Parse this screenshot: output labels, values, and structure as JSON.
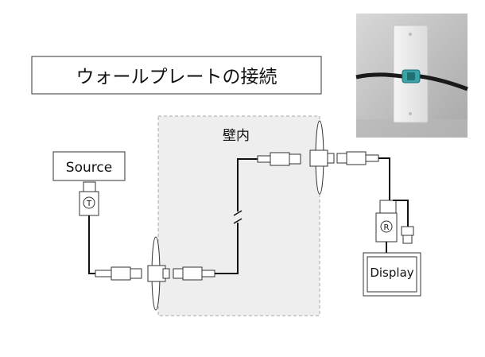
{
  "diagram": {
    "title": "ウォールプレートの接続",
    "wall_label": "壁内",
    "source_label": "Source",
    "display_label": "Display",
    "transmitter_symbol": "T",
    "receiver_symbol": "R"
  },
  "photo": {
    "icon": "wall-plate-photo"
  }
}
